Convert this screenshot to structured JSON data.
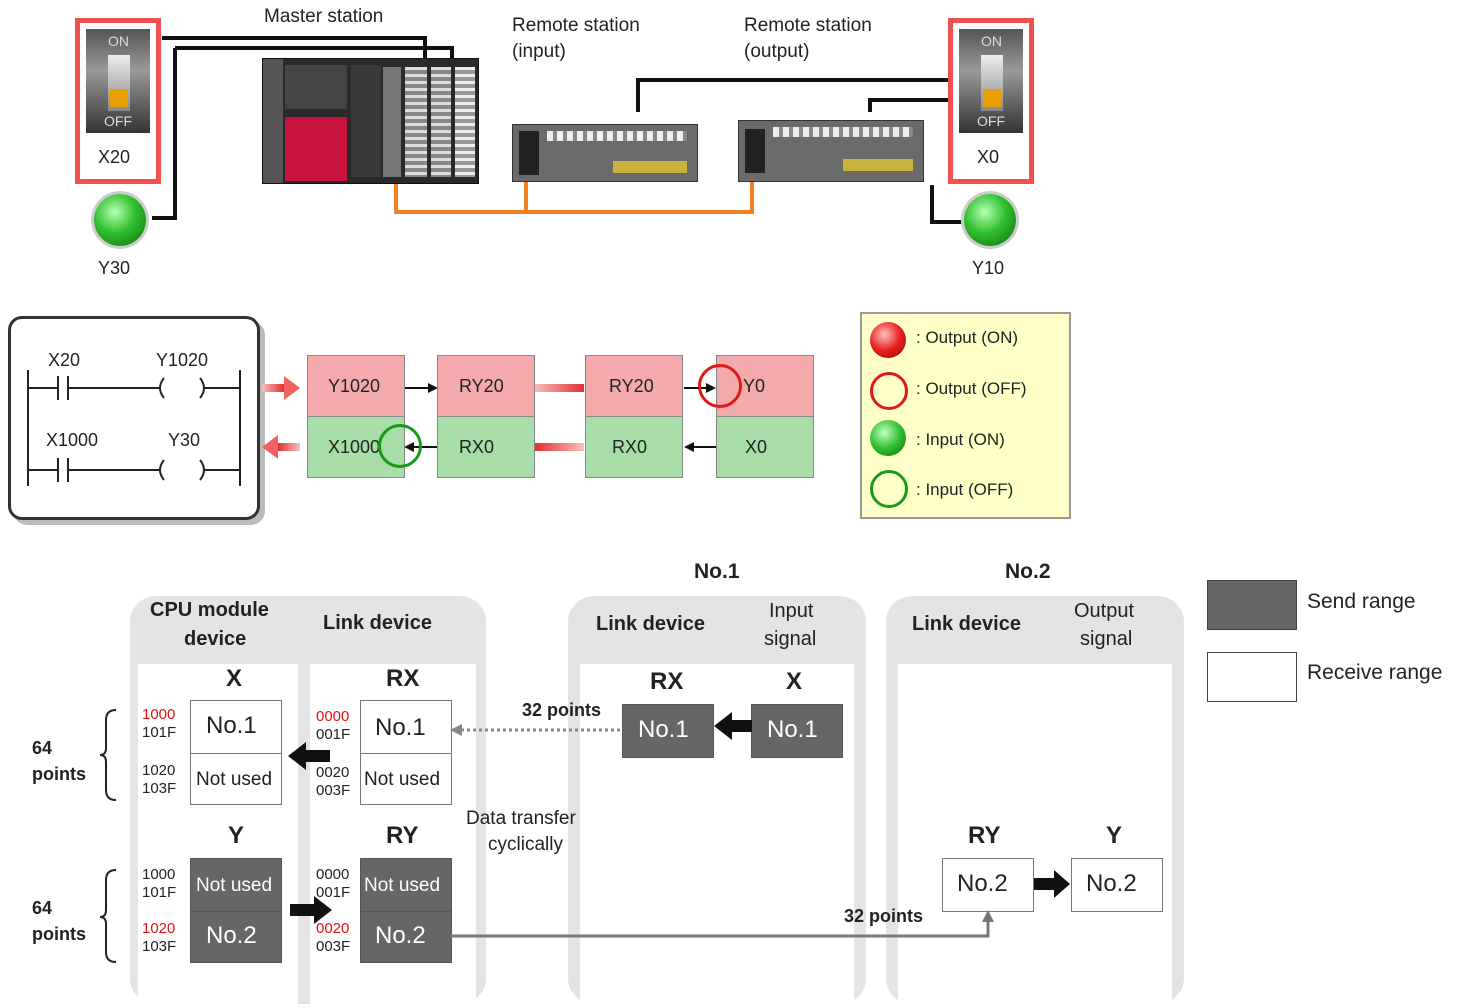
{
  "top": {
    "master_label": "Master station",
    "remote_input_label_1": "Remote station",
    "remote_input_label_2": "(input)",
    "remote_output_label_1": "Remote station",
    "remote_output_label_2": "(output)",
    "switch_left": {
      "on": "ON",
      "off": "OFF",
      "label": "X20"
    },
    "switch_right": {
      "on": "ON",
      "off": "OFF",
      "label": "X0"
    },
    "lamp_left_label": "Y30",
    "lamp_right_label": "Y10"
  },
  "ladder": {
    "r1_contact": "X20",
    "r1_coil": "Y1020",
    "r2_contact": "X1000",
    "r2_coil": "Y30"
  },
  "flow": {
    "y1020": "Y1020",
    "x1000": "X1000",
    "ry20_a": "RY20",
    "rx0_a": "RX0",
    "ry20_b": "RY20",
    "rx0_b": "RX0",
    "y0": "Y0",
    "x0": "X0"
  },
  "legend_io": {
    "out_on": ": Output (ON)",
    "out_off": ": Output (OFF)",
    "in_on": ": Input (ON)",
    "in_off": ": Input (OFF)"
  },
  "bottom": {
    "no1": "No.1",
    "no2": "No.2",
    "cpu_title_1": "CPU module",
    "cpu_title_2": "device",
    "link_device": "Link device",
    "input_signal_1": "Input",
    "input_signal_2": "signal",
    "output_signal_1": "Output",
    "output_signal_2": "signal",
    "x": "X",
    "rx": "RX",
    "y": "Y",
    "ry": "RY",
    "cell_no1": "No.1",
    "cell_no2": "No.2",
    "not_used": "Not used",
    "addr_1000": "1000",
    "addr_101f": "101F",
    "addr_1020": "1020",
    "addr_103f": "103F",
    "addr_0000": "0000",
    "addr_001f": "001F",
    "addr_0020": "0020",
    "addr_003f": "003F",
    "points64_a": "64",
    "points_a": "points",
    "points64_b": "64",
    "points_b": "points",
    "pts32_a": "32 points",
    "pts32_b": "32 points",
    "transfer_1": "Data transfer",
    "transfer_2": "cyclically",
    "send_range": "Send range",
    "receive_range": "Receive range"
  },
  "colors": {
    "pink": "#f4aaaa",
    "green": "#a8dca8",
    "dark": "#666666",
    "red_addr": "#e01010",
    "orange": "#f08020",
    "legend_bg": "#ffffc8",
    "panel": "#e4e4e4",
    "red_frame": "#f05050"
  }
}
